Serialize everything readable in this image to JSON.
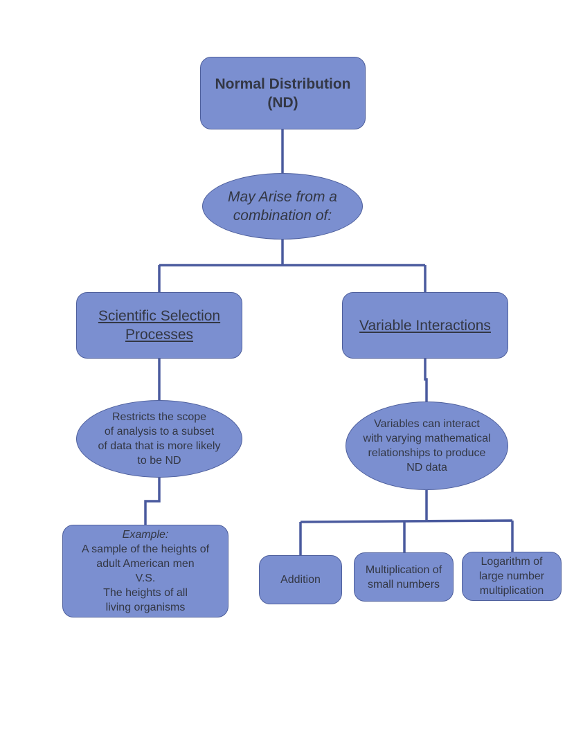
{
  "root": {
    "line1": "Normal Distribution",
    "line2": "(ND)"
  },
  "arise": {
    "line1": "May Arise from a",
    "line2": "combination of:"
  },
  "left": {
    "heading_line1": "Scientific Selection",
    "heading_line2": "Processes",
    "desc": [
      "Restricts the scope",
      "of analysis to a subset",
      "of data that is more likely",
      "to be ND"
    ],
    "example_label": "Example:",
    "example": [
      "A sample of the heights of",
      "adult American men",
      "V.S.",
      "The heights of all",
      "living organisms"
    ]
  },
  "right": {
    "heading": "Variable Interactions",
    "desc": [
      "Variables can interact",
      "with varying mathematical",
      "relationships to produce",
      "ND data"
    ],
    "leaves": {
      "addition": [
        "Addition"
      ],
      "multiplication": [
        "Multiplication of",
        "small numbers"
      ],
      "logarithm": [
        "Logarithm of",
        "large number",
        "multiplication"
      ]
    }
  },
  "colors": {
    "node_fill": "#7b8fd0",
    "node_border": "#4e5f9c",
    "connector": "#4a5a9e",
    "text": "#333744"
  }
}
